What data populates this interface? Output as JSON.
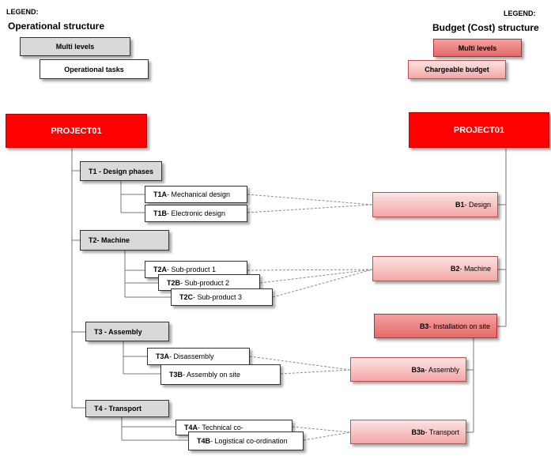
{
  "legend_left": {
    "tag": "LEGEND:",
    "title": "Operational structure",
    "multi": "Multi levels",
    "tasks": "Operational tasks"
  },
  "legend_right": {
    "tag": "LEGEND:",
    "title": "Budget (Cost) structure",
    "multi": "Multi levels",
    "budget": "Chargeable budget"
  },
  "ops": {
    "project": "PROJECT01",
    "t1": "T1 - Design phases",
    "t1a_code": "T1A",
    "t1a_text": " - Mechanical design",
    "t1b_code": "T1B",
    "t1b_text": " - Electronic design",
    "t2": "T2- Machine",
    "t2a_code": "T2A",
    "t2a_text": " - Sub-product 1",
    "t2b_code": "T2B",
    "t2b_text": " - Sub-product 2",
    "t2c_code": "T2C",
    "t2c_text": " - Sub-product 3",
    "t3": "T3 - Assembly",
    "t3a_code": "T3A",
    "t3a_text": " - Disassembly",
    "t3b_code": "T3B",
    "t3b_text": " - Assembly on site",
    "t4": "T4 - Transport",
    "t4a_code": "T4A",
    "t4a_text": " - Technical co-",
    "t4b_code": "T4B",
    "t4b_text": " - Logistical co-ordination"
  },
  "budget": {
    "project": "PROJECT01",
    "b1_code": "B1",
    "b1_text": " - Design",
    "b2_code": "B2",
    "b2_text": " - Machine",
    "b3_code": "B3",
    "b3_text": " - Installation on site",
    "b3a_code": "B3a",
    "b3a_text": "- Assembly",
    "b3b_code": "B3b",
    "b3b_text": " - Transport"
  }
}
